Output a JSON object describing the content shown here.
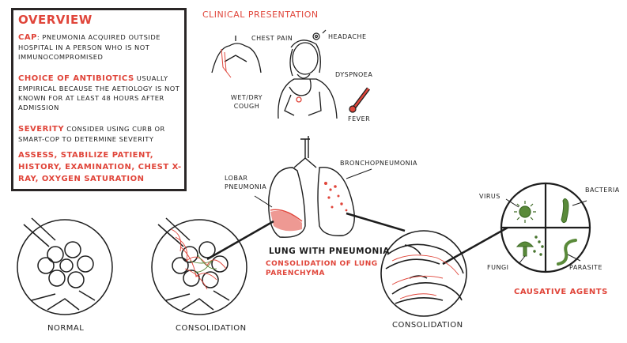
{
  "overview": {
    "title": "OVERVIEW",
    "cap_term": "CAP",
    "cap_text": ": PNEUMONIA ACQUIRED OUTSIDE HOSPITAL IN A PERSON WHO IS NOT IMMUNOCOMPROMISED",
    "abx_term": "CHOICE OF ANTIBIOTICS",
    "abx_text": " USUALLY EMPIRICAL BECAUSE THE AETIOLOGY IS NOT KNOWN FOR AT LEAST 48 HOURS AFTER ADMISSION",
    "sev_term": "SEVERITY",
    "sev_text": " CONSIDER USING CURB OR SMART-COP TO DETERMINE SEVERITY",
    "assess": "ASSESS, STABILIZE PATIENT, HISTORY, EXAMINATION, CHEST X-RAY, OXYGEN SATURATION"
  },
  "clinical": {
    "title": "CLINICAL PRESENTATION",
    "chest_pain": "CHEST PAIN",
    "headache": "HEADACHE",
    "dyspnoea": "DYSPNOEA",
    "cough": "WET/DRY COUGH",
    "fever": "FEVER"
  },
  "lung": {
    "lobar": "LOBAR PNEUMONIA",
    "broncho": "BRONCHOPNEUMONIA",
    "title": "LUNG WITH PNEUMONIA",
    "subtitle": "CONSOLIDATION OF LUNG PARENCHYMA"
  },
  "alveoli": {
    "normal": "NORMAL",
    "consolidation_left": "CONSOLIDATION",
    "consolidation_right": "CONSOLIDATION"
  },
  "agents": {
    "title": "CAUSATIVE AGENTS",
    "virus": "VIRUS",
    "bacteria": "BACTERIA",
    "fungi": "FUNGI",
    "parasite": "PARASITE"
  },
  "colors": {
    "accent": "#e0453a",
    "ink": "#1d1d1d",
    "green": "#5a8a3a"
  }
}
